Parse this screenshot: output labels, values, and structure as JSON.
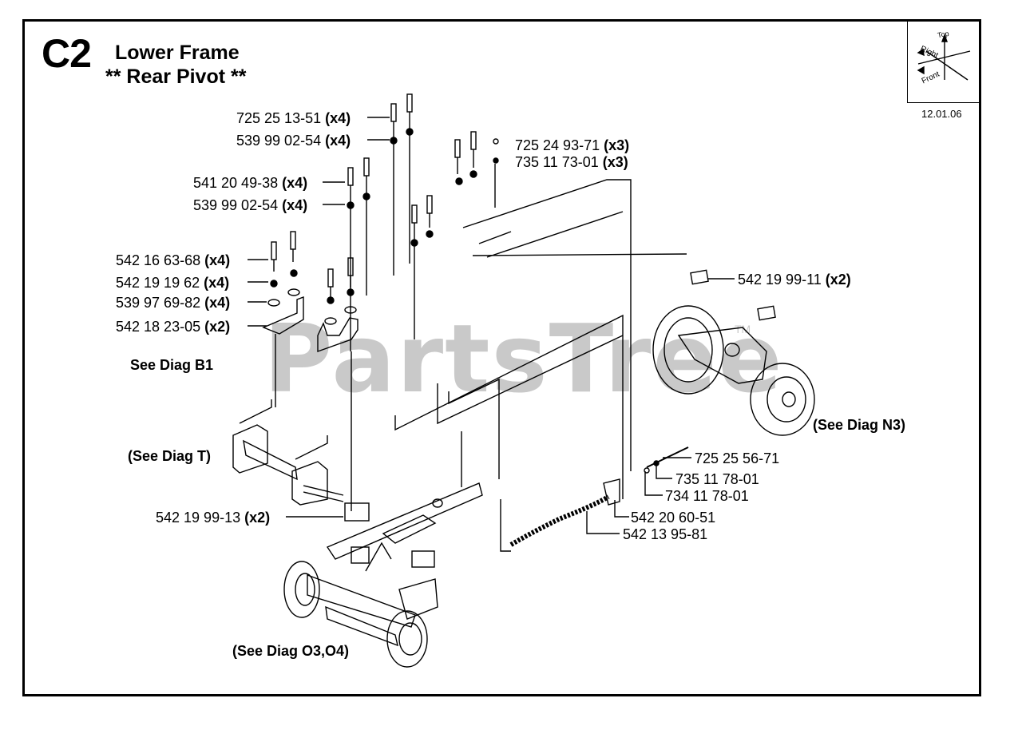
{
  "header": {
    "code": "C2",
    "title_line1": "Lower Frame",
    "title_line2": "** Rear Pivot **",
    "date": "12.01.06"
  },
  "orientation": {
    "top": "Top",
    "right": "Right",
    "front": "Front"
  },
  "watermark": {
    "text": "PartsTree",
    "tm": "TM"
  },
  "parts": [
    {
      "num": "725 25 13-51",
      "qty": "(x4)"
    },
    {
      "num": "539 99 02-54",
      "qty": "(x4)"
    },
    {
      "num": "725 24 93-71",
      "qty": "(x3)"
    },
    {
      "num": "735 11 73-01",
      "qty": "(x3)"
    },
    {
      "num": "541 20 49-38",
      "qty": "(x4)"
    },
    {
      "num": "539 99 02-54",
      "qty": "(x4)"
    },
    {
      "num": "542 16 63-68",
      "qty": "(x4)"
    },
    {
      "num": "542 19 19 62",
      "qty": "(x4)"
    },
    {
      "num": "539 97 69-82",
      "qty": "(x4)"
    },
    {
      "num": "542 18 23-05",
      "qty": "(x2)"
    },
    {
      "num": "542 19 99-11",
      "qty": "(x2)"
    },
    {
      "num": "725 25 56-71",
      "qty": ""
    },
    {
      "num": "735 11 78-01",
      "qty": ""
    },
    {
      "num": "734 11 78-01",
      "qty": ""
    },
    {
      "num": "542 20 60-51",
      "qty": ""
    },
    {
      "num": "542 13 95-81",
      "qty": ""
    },
    {
      "num": "542 19 99-13",
      "qty": "(x2)"
    }
  ],
  "refs": {
    "b1": "See Diag B1",
    "t": "(See Diag T)",
    "n3": "(See Diag N3)",
    "o3o4": "(See Diag O3,O4)"
  }
}
